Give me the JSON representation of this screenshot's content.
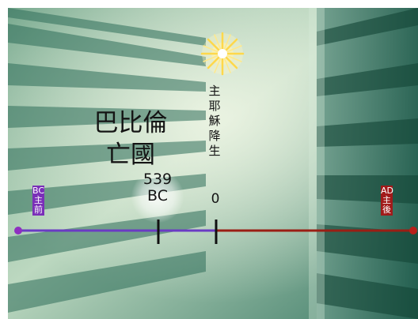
{
  "event_title": {
    "line1": "巴比倫",
    "line2": "亡國"
  },
  "vertical_label": {
    "chars": [
      "主",
      "耶",
      "穌",
      "降",
      "生"
    ]
  },
  "markers": [
    {
      "line1": "539",
      "line2": "BC"
    },
    {
      "line1": "0",
      "line2": ""
    }
  ],
  "era_left": {
    "line1": "BC",
    "line2": "主",
    "line3": "前",
    "color": "#7a2fb8"
  },
  "era_right": {
    "line1": "AD",
    "line2": "主",
    "line3": "後",
    "color": "#a11a1a"
  },
  "colors": {
    "timeline_before": "#6a3bc4",
    "timeline_after": "#9a1e14",
    "tick": "#111111",
    "star": "#ffd84a"
  }
}
